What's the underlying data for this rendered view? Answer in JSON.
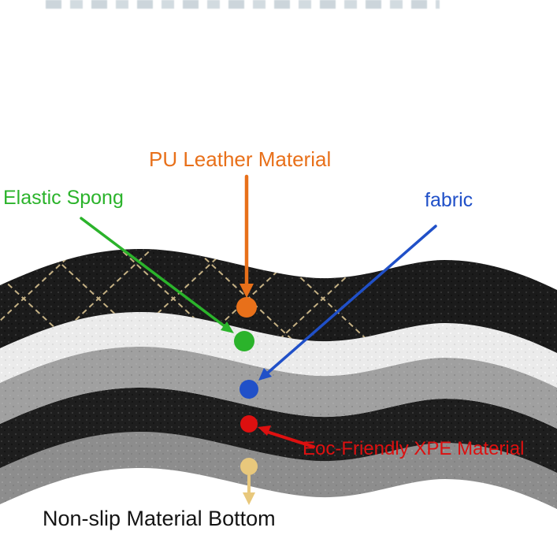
{
  "colors": {
    "orange": "#e8701a",
    "green": "#2bb32b",
    "blue": "#2050c8",
    "red": "#dd1010",
    "tan": "#e8c87c",
    "dark": "#141414",
    "stitch": "#d9c291"
  },
  "labels": {
    "pu_leather": "PU Leather Material",
    "elastic_sponge": "Elastic Spong",
    "fabric": "fabric",
    "xpe": "Eoc-Friendly XPE Material",
    "non_slip": "Non-slip Material Bottom"
  },
  "layers": [
    {
      "name": "pu-leather",
      "color": "#1b1b1b"
    },
    {
      "name": "elastic-sponge",
      "color": "#ebebeb"
    },
    {
      "name": "fabric",
      "color": "#a0a0a0"
    },
    {
      "name": "xpe-foam",
      "color": "#1e1e1e"
    },
    {
      "name": "non-slip-bottom",
      "color": "#8d8d8d"
    }
  ]
}
